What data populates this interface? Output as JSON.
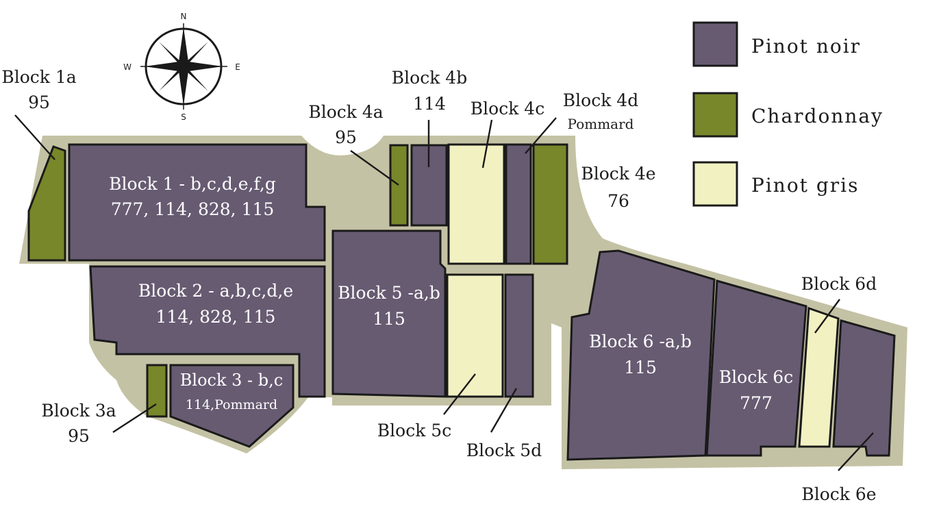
{
  "legend": {
    "pinot_noir": {
      "label": "Pinot noir",
      "color": "#675b72"
    },
    "chardonnay": {
      "label": "Chardonnay",
      "color": "#78872a"
    },
    "pinot_gris": {
      "label": "Pinot gris",
      "color": "#f1f1c2"
    }
  },
  "compass": {
    "n": "N",
    "s": "S",
    "e": "E",
    "w": "W"
  },
  "colors": {
    "ground": "#c4c2a4",
    "outline": "#1a1a1a"
  },
  "blocks": {
    "b1a": {
      "name": "Block 1a",
      "clones": "95"
    },
    "b1": {
      "name": "Block 1 - b,c,d,e,f,g",
      "clones": "777, 114, 828, 115"
    },
    "b2": {
      "name": "Block 2 - a,b,c,d,e",
      "clones": "114, 828, 115"
    },
    "b3a": {
      "name": "Block 3a",
      "clones": "95"
    },
    "b3": {
      "name": "Block 3 - b,c",
      "clones": "114,Pommard"
    },
    "b4a": {
      "name": "Block 4a",
      "clones": "95"
    },
    "b4b": {
      "name": "Block 4b",
      "clones": "114"
    },
    "b4c": {
      "name": "Block 4c"
    },
    "b4d": {
      "name": "Block 4d",
      "clones": "Pommard"
    },
    "b4e": {
      "name": "Block 4e",
      "clones": "76"
    },
    "b5": {
      "name": "Block 5 -a,b",
      "clones": "115"
    },
    "b5c": {
      "name": "Block 5c"
    },
    "b5d": {
      "name": "Block 5d"
    },
    "b6": {
      "name": "Block 6 -a,b",
      "clones": "115"
    },
    "b6c": {
      "name": "Block 6c",
      "clones": "777"
    },
    "b6d": {
      "name": "Block 6d"
    },
    "b6e": {
      "name": "Block 6e"
    }
  }
}
